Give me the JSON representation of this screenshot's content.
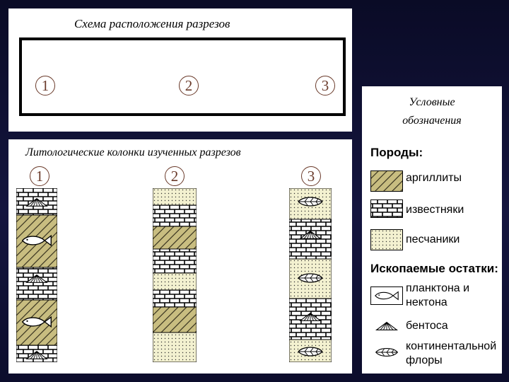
{
  "scheme": {
    "title": "Схема расположения разрезов",
    "sections": [
      "1",
      "2",
      "3"
    ]
  },
  "columns": {
    "title": "Литологические колонки изученных разрезов",
    "items": [
      {
        "number": "1",
        "layers": [
          "limestone",
          "claystone",
          "limestone",
          "claystone",
          "limestone"
        ]
      },
      {
        "number": "2",
        "layers": [
          "sandstone",
          "limestone",
          "claystone",
          "limestone",
          "sandstone",
          "limestone",
          "claystone",
          "sandstone"
        ]
      },
      {
        "number": "3",
        "layers": [
          "sandstone",
          "limestone",
          "sandstone",
          "limestone",
          "sandstone"
        ]
      }
    ]
  },
  "legend": {
    "title_line1": "Условные",
    "title_line2": "обозначения",
    "rocks_heading": "Породы:",
    "rocks": [
      {
        "key": "claystone",
        "label": "аргиллиты"
      },
      {
        "key": "limestone",
        "label": "известняки"
      },
      {
        "key": "sandstone",
        "label": "песчаники"
      }
    ],
    "fossils_heading": "Ископаемые остатки:",
    "fossils": [
      {
        "icon": "fish-icon",
        "label": "планктона и нектона"
      },
      {
        "icon": "shell-icon",
        "label": "бентоса"
      },
      {
        "icon": "leaf-icon",
        "label": "континентальной флоры"
      }
    ]
  },
  "colors": {
    "claystone_fill": "#c8bd80",
    "limestone_fill": "#ffffff",
    "sandstone_fill": "#f3f1d0",
    "circle_stroke": "#6a3a2a"
  }
}
